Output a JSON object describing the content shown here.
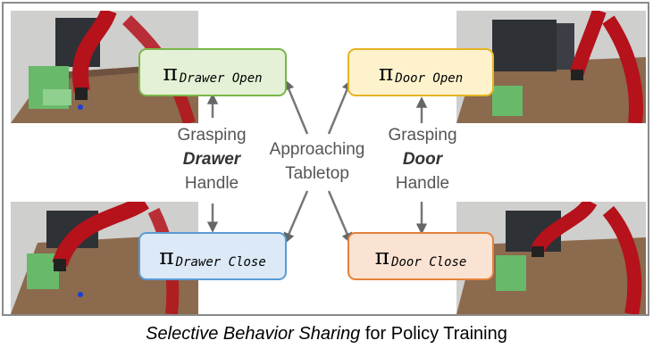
{
  "policies": {
    "drawer_open": {
      "symbol": "π",
      "subscript": "Drawer Open",
      "border": "#7ab648",
      "fill": "#e4f1d6"
    },
    "drawer_close": {
      "symbol": "π",
      "subscript": "Drawer Close",
      "border": "#5b9bd5",
      "fill": "#dce9f6"
    },
    "door_open": {
      "symbol": "π",
      "subscript": "Door Open",
      "border": "#e6b422",
      "fill": "#fdf2cc"
    },
    "door_close": {
      "symbol": "π",
      "subscript": "Door Close",
      "border": "#e5813b",
      "fill": "#fbe3d3"
    }
  },
  "labels": {
    "left_top": "Grasping",
    "left_mid": "Drawer",
    "left_bot": "Handle",
    "center_top": "Approaching",
    "center_bot": "Tabletop",
    "right_top": "Grasping",
    "right_mid": "Door",
    "right_bot": "Handle"
  },
  "caption": {
    "emph": "Selective Behavior Sharing",
    "rest": " for Policy Training"
  },
  "colors": {
    "arrow": "#666666",
    "robot": "#b5121b",
    "table": "#8b6a4e"
  }
}
